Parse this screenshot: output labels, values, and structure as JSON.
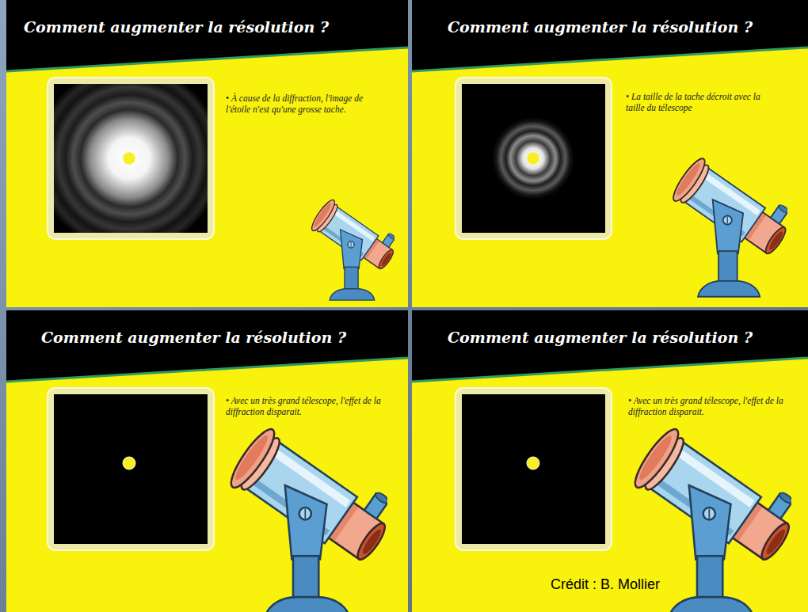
{
  "diagram": {
    "nodes": [
      {
        "text": [
          "Comment augmenter la résolution ?",
          "• À cause de la diffraction, l'image de l'étoile n'est qu'une grosse tache."
        ]
      },
      {
        "text": [
          "Comment augmenter la résolution ?",
          "• La taille de la tache décroit avec la taille du télescope"
        ]
      },
      {
        "text": [
          "Comment augmenter la résolution ?",
          "• Avec un très grand télescope, l'effet de la diffraction disparait."
        ]
      },
      {
        "text": [
          "Comment augmenter la résolution ?",
          "• Avec un très grand télescope, l'effet de la diffraction disparait."
        ]
      }
    ],
    "labels": [
      "Crédit : B. Mollier"
    ]
  }
}
